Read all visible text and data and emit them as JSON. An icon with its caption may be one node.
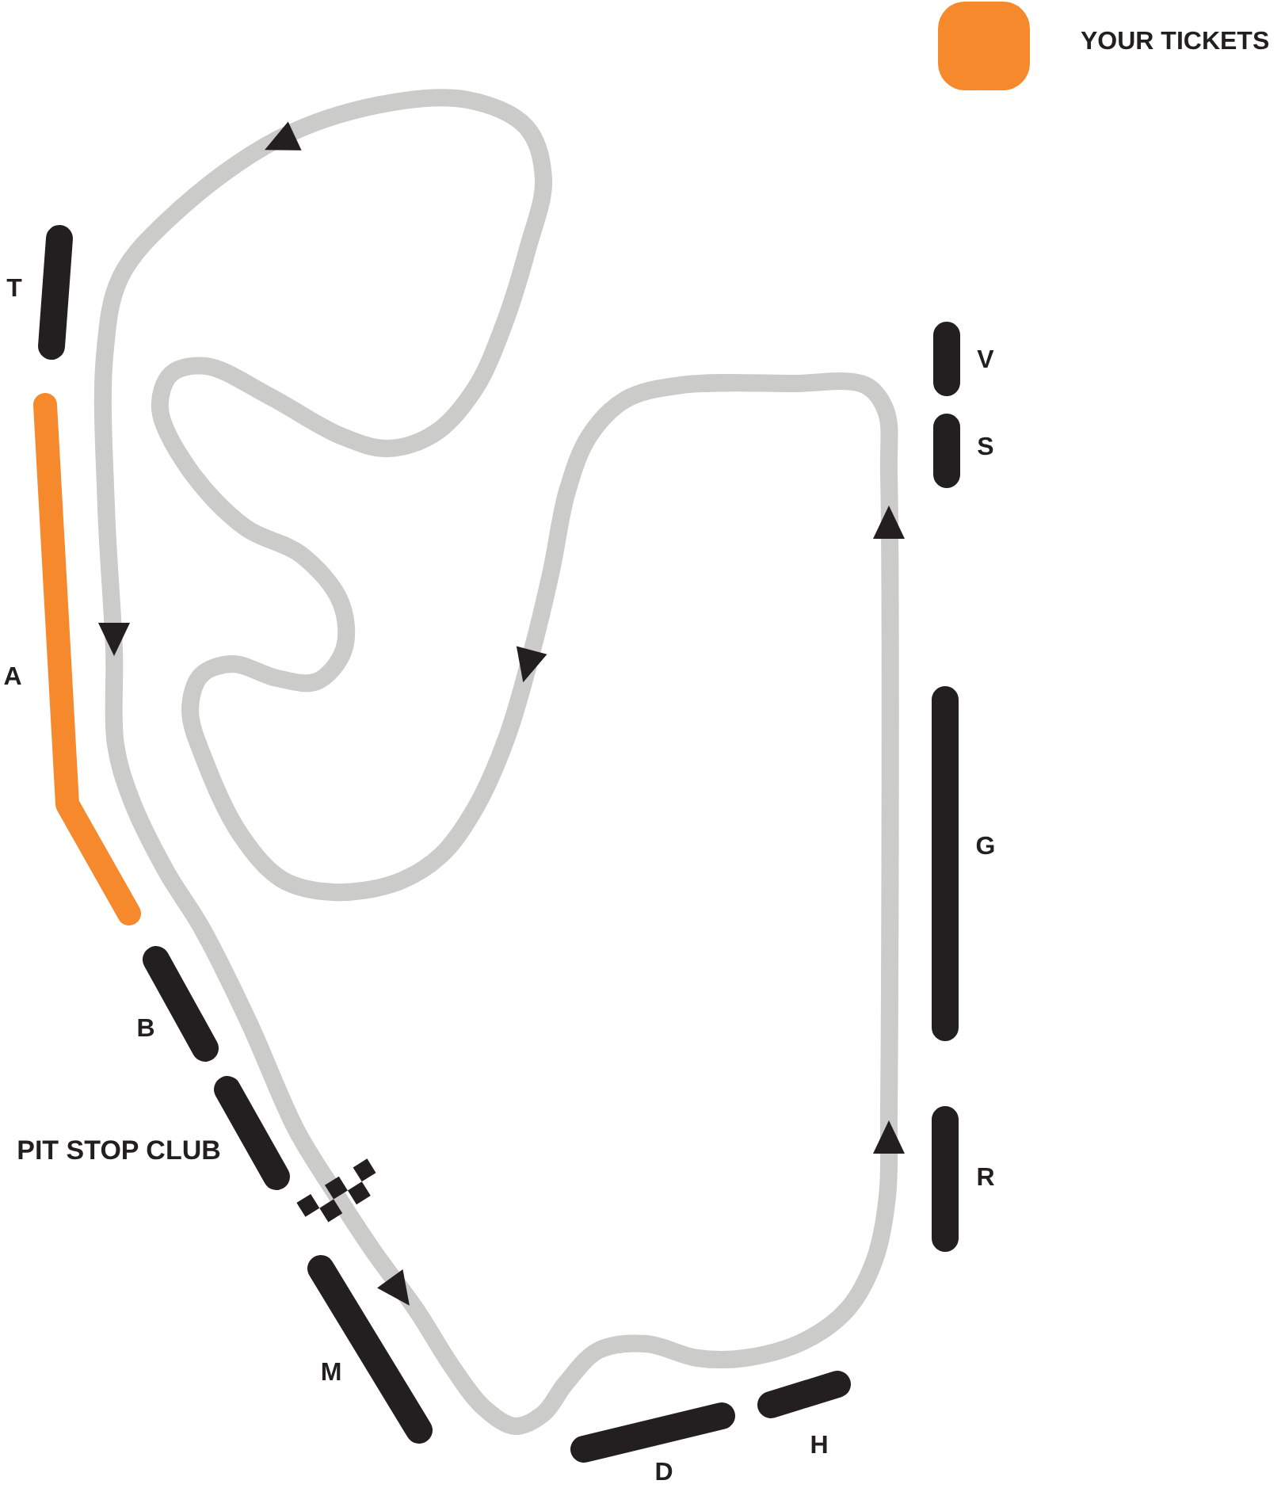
{
  "diagram": {
    "nodes": [
      {
        "text": [
          "T"
        ]
      },
      {
        "text": [
          "A"
        ]
      },
      {
        "text": [
          "B"
        ]
      },
      {
        "text": [
          "PIT STOP CLUB"
        ]
      },
      {
        "text": [
          "M"
        ]
      },
      {
        "text": [
          "D"
        ]
      },
      {
        "text": [
          "H"
        ]
      },
      {
        "text": [
          "V"
        ]
      },
      {
        "text": [
          "S"
        ]
      },
      {
        "text": [
          "G"
        ]
      },
      {
        "text": [
          "R"
        ]
      }
    ],
    "legend": [
      {
        "text": "YOUR TICKETS",
        "color": "#f6892c"
      }
    ]
  }
}
